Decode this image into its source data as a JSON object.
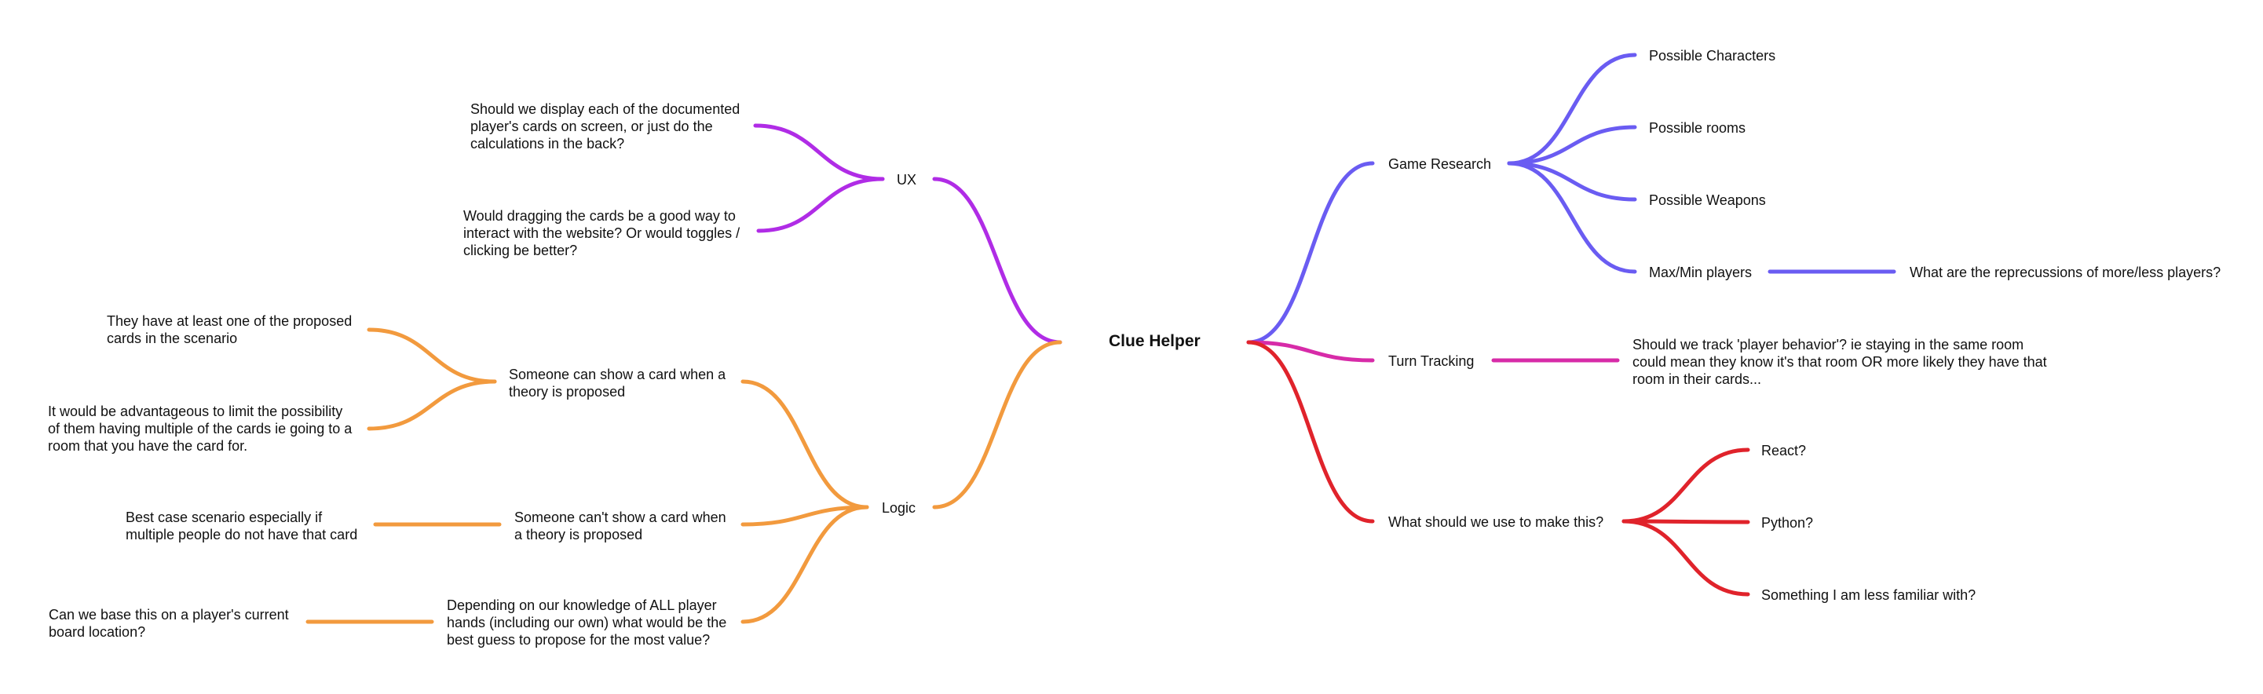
{
  "colors": {
    "purple": "#b02ce6",
    "blue": "#6a5cf2",
    "orange": "#f29a3e",
    "magenta": "#d72ba8",
    "red": "#e0232b"
  },
  "center": {
    "label": "Clue Helper"
  },
  "nodes": {
    "ux": "UX",
    "ux_display": "Should we display each of the documented\nplayer's cards on screen, or just do the\ncalculations in the back?",
    "ux_drag": "Would dragging the cards be a good way to\ninteract with the website? Or would toggles /\nclicking be better?",
    "logic": "Logic",
    "logic_can_show": "Someone can show a card when a\ntheory is proposed",
    "logic_at_least_one": "They have at least one of the proposed\ncards in the scenario",
    "logic_advantageous": "It would be advantageous to limit the possibility\nof them having multiple of the cards ie going to a\nroom that you have the card for.",
    "logic_cant_show": "Someone can't show a card when\na theory is proposed",
    "logic_best_case": "Best case scenario especially if\nmultiple people do not have that card",
    "logic_depending": "Depending on our knowledge of ALL player\nhands (including our own) what would be the\nbest guess to propose for the most value?",
    "logic_board": "Can we base this on a player's current\nboard location?",
    "game_research": "Game Research",
    "gr_characters": "Possible Characters",
    "gr_rooms": "Possible rooms",
    "gr_weapons": "Possible Weapons",
    "gr_players": "Max/Min players",
    "gr_repercussions": "What are the reprecussions of more/less players?",
    "turn_tracking": "Turn Tracking",
    "tt_behavior": "Should we track 'player behavior'? ie staying in the same room\ncould mean they know it's that room OR more likely they have that\nroom in their cards...",
    "what_use": "What should we use to make this?",
    "wu_react": "React?",
    "wu_python": "Python?",
    "wu_unfamiliar": "Something I am less familiar with?"
  }
}
